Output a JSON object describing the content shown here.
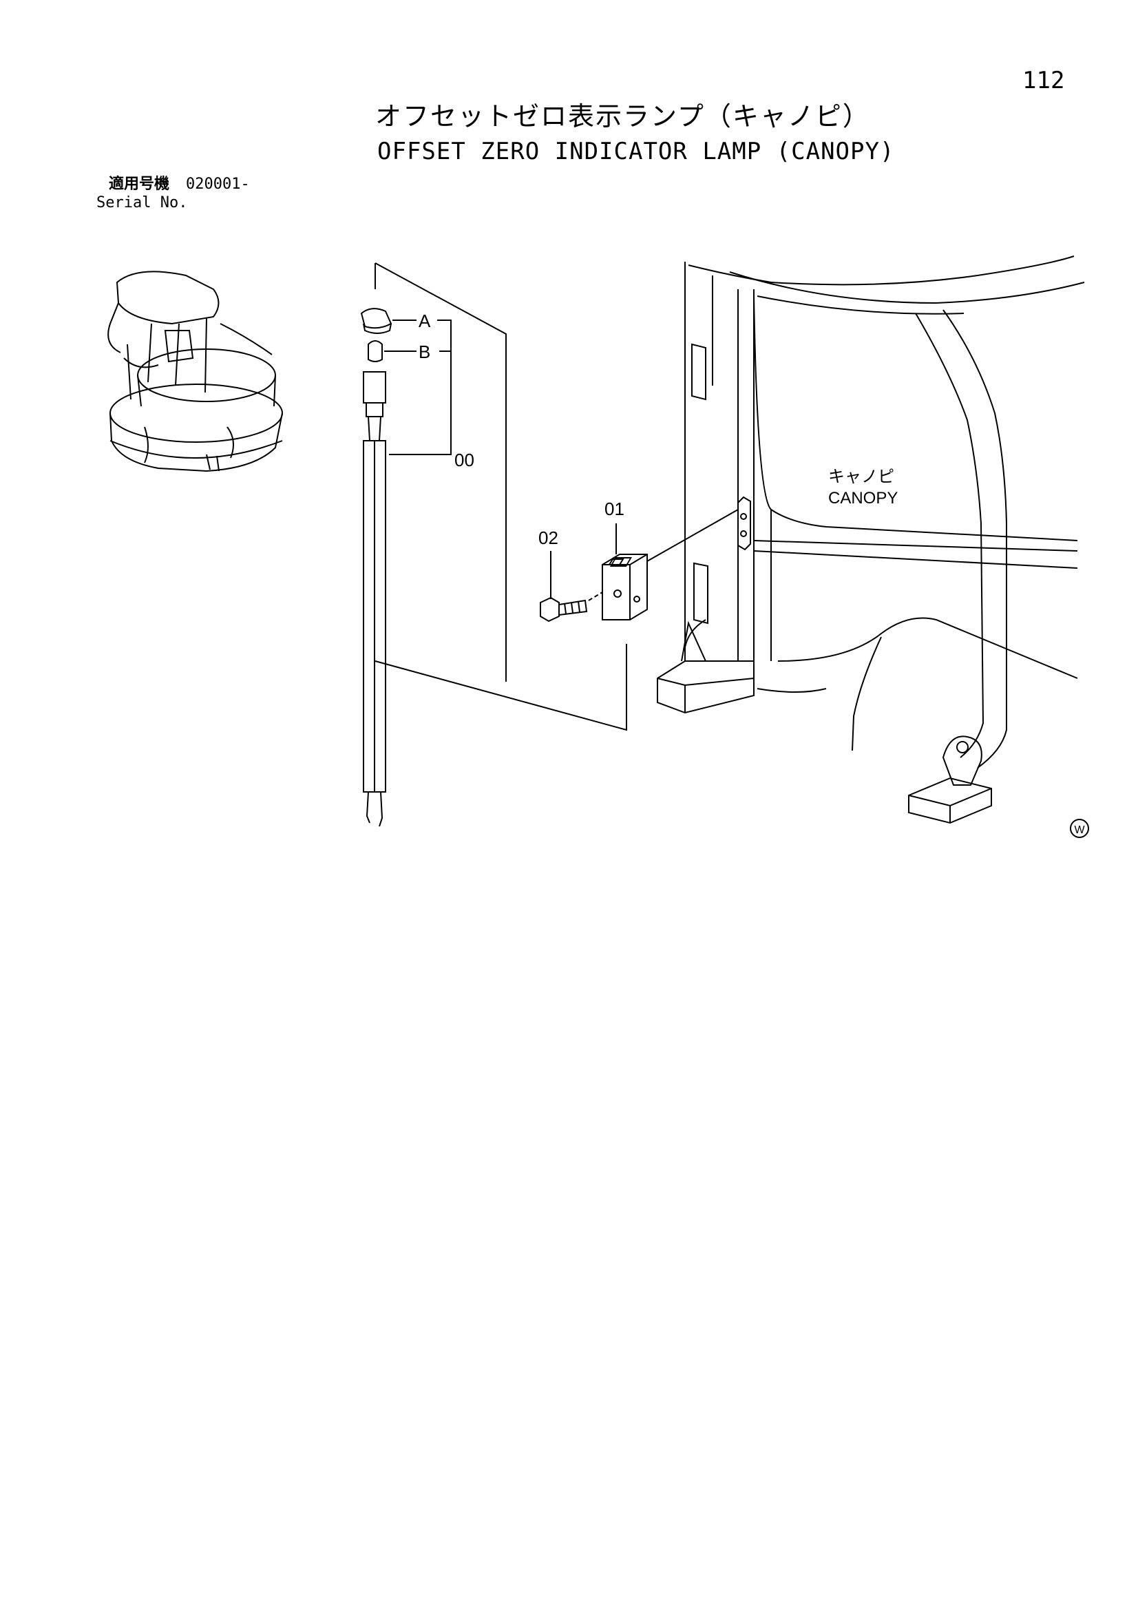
{
  "page": {
    "number": "112",
    "title_ja": "オフセットゼロ表示ランプ（キャノピ）",
    "title_en": "OFFSET ZERO INDICATOR LAMP (CANOPY)"
  },
  "serial": {
    "label_ja": "適用号機",
    "number": "020001-",
    "label_en": "Serial No."
  },
  "diagram": {
    "callouts": {
      "a": "A",
      "b": "B",
      "assembly": "00",
      "bracket": "01",
      "bolt": "02"
    },
    "canopy_label_ja": "キャノピ",
    "canopy_label_en": "CANOPY",
    "mark": "W"
  }
}
